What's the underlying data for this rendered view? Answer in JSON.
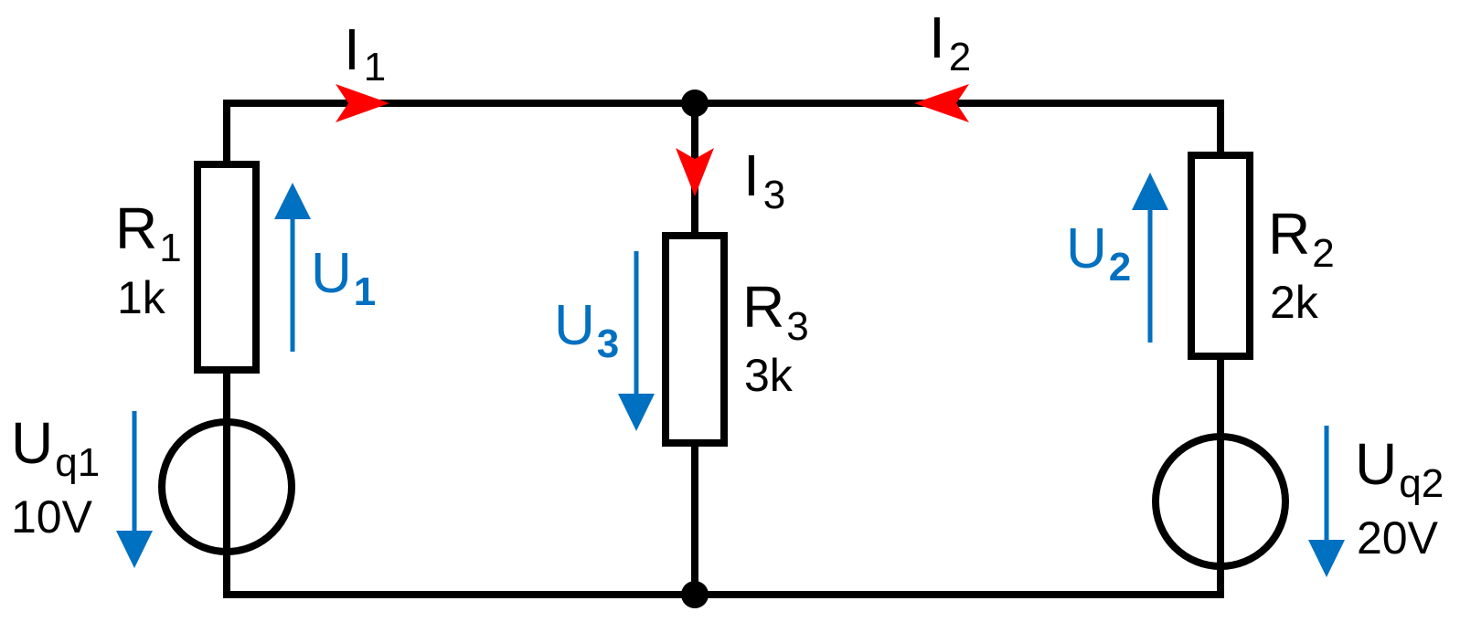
{
  "colors": {
    "wire": "#000000",
    "current_arrow": "#ff0000",
    "voltage_arrow": "#0070c0"
  },
  "currents": [
    {
      "symbol": "I",
      "index": "1"
    },
    {
      "symbol": "I",
      "index": "2"
    },
    {
      "symbol": "I",
      "index": "3"
    }
  ],
  "resistors": [
    {
      "symbol": "R",
      "index": "1",
      "value": "1k"
    },
    {
      "symbol": "R",
      "index": "2",
      "value": "2k"
    },
    {
      "symbol": "R",
      "index": "3",
      "value": "3k"
    }
  ],
  "sources": [
    {
      "symbol": "U",
      "index": "q1",
      "value": "10V"
    },
    {
      "symbol": "U",
      "index": "q2",
      "value": "20V"
    }
  ],
  "voltages": [
    {
      "symbol": "U",
      "index": "1"
    },
    {
      "symbol": "U",
      "index": "2"
    },
    {
      "symbol": "U",
      "index": "3"
    }
  ]
}
